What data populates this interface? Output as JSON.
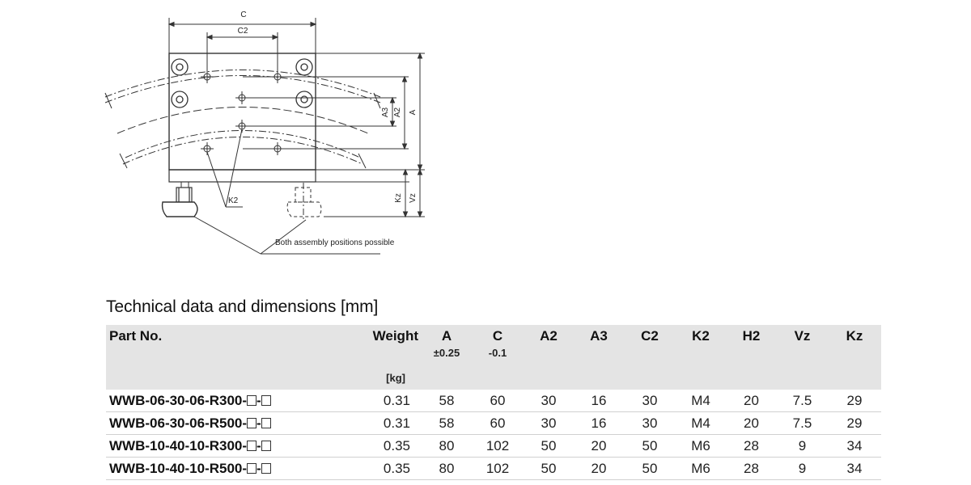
{
  "drawing": {
    "dims": {
      "c": "C",
      "c2": "C2",
      "a": "A",
      "a2": "A2",
      "a3": "A3",
      "k2": "K2",
      "kz": "Kz",
      "vz": "Vz"
    },
    "note": "Both assembly positions possible"
  },
  "section": {
    "title": "Technical data and dimensions [mm]"
  },
  "table": {
    "headers": [
      "Part No.",
      "Weight",
      "A",
      "C",
      "A2",
      "A3",
      "C2",
      "K2",
      "H2",
      "Vz",
      "Kz"
    ],
    "tolerances": {
      "a": "±0.25",
      "c": "-0.1"
    },
    "weight_unit": "[kg]",
    "rows": [
      {
        "part": "WWB-06-30-06-R300-",
        "sep": "-",
        "cells": [
          "0.31",
          "58",
          "60",
          "30",
          "16",
          "30",
          "M4",
          "20",
          "7.5",
          "29"
        ]
      },
      {
        "part": "WWB-06-30-06-R500-",
        "sep": "-",
        "cells": [
          "0.31",
          "58",
          "60",
          "30",
          "16",
          "30",
          "M4",
          "20",
          "7.5",
          "29"
        ]
      },
      {
        "part": "WWB-10-40-10-R300-",
        "sep": "-",
        "cells": [
          "0.35",
          "80",
          "102",
          "50",
          "20",
          "50",
          "M6",
          "28",
          "9",
          "34"
        ]
      },
      {
        "part": "WWB-10-40-10-R500-",
        "sep": "-",
        "cells": [
          "0.35",
          "80",
          "102",
          "50",
          "20",
          "50",
          "M6",
          "28",
          "9",
          "34"
        ]
      }
    ]
  }
}
